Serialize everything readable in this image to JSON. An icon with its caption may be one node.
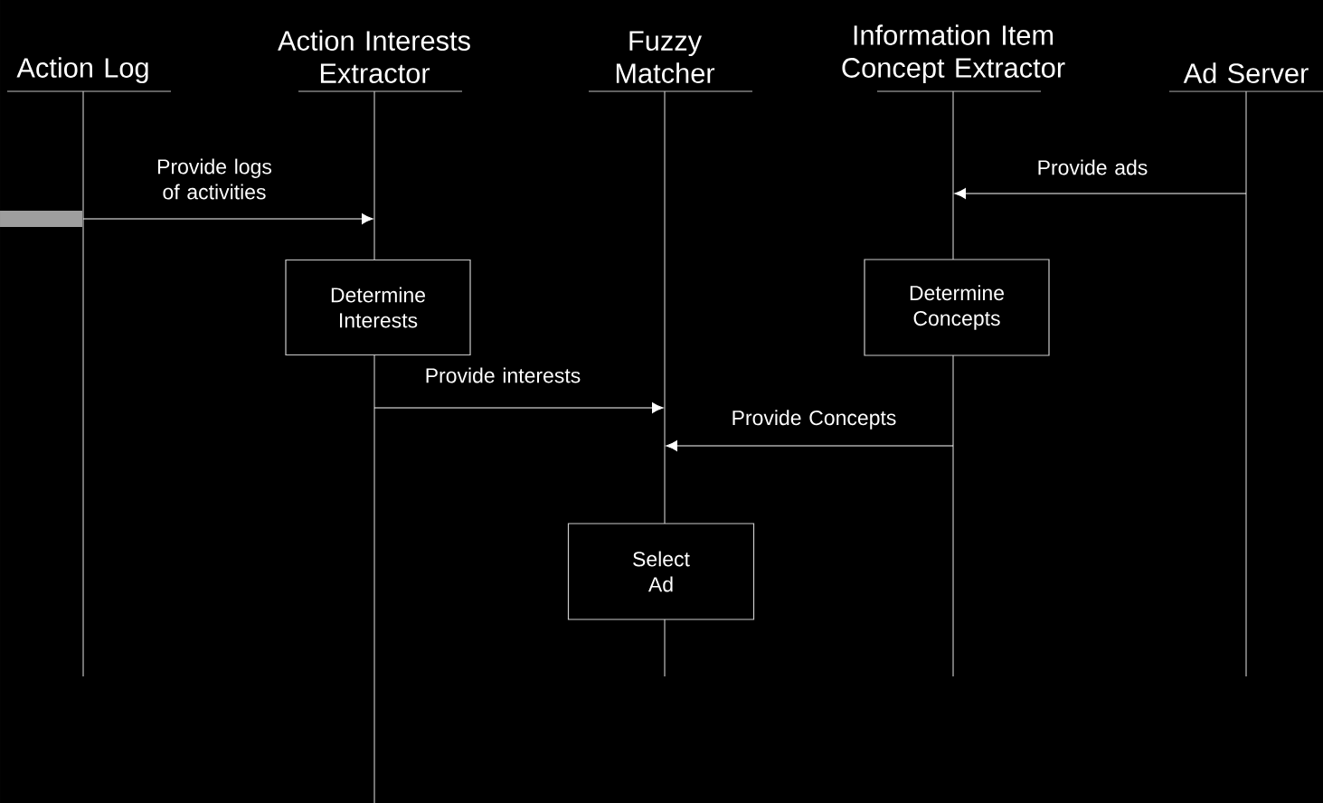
{
  "diagram": {
    "nodes": [
      {
        "text": [
          "Action Log"
        ]
      },
      {
        "text": [
          "Action Interests Extractor"
        ]
      },
      {
        "text": [
          "Fuzzy Matcher"
        ]
      },
      {
        "text": [
          "Information Item Concept Extractor"
        ]
      },
      {
        "text": [
          "Ad Server"
        ]
      },
      {
        "text": [],
        "shape": "line"
      },
      {
        "text": [],
        "shape": "line"
      },
      {
        "text": [],
        "shape": "line"
      },
      {
        "text": [],
        "shape": "line"
      },
      {
        "text": [],
        "shape": "line"
      },
      {
        "text": [],
        "shape": "bar"
      },
      {
        "text": [
          "Determine Interests"
        ]
      },
      {
        "text": [
          "Determine Concepts"
        ]
      },
      {
        "text": [
          "Select Ad"
        ]
      }
    ],
    "edges": [
      {
        "from": 5,
        "to": 6,
        "arrow": "to",
        "label": "Provide logs of activities"
      },
      {
        "from": 9,
        "to": 8,
        "arrow": "to",
        "label": "Provide ads"
      },
      {
        "from": 6,
        "to": 7,
        "arrow": "to",
        "label": "Provide interests"
      },
      {
        "from": 8,
        "to": 7,
        "arrow": "to",
        "label": "Provide Concepts"
      }
    ]
  }
}
